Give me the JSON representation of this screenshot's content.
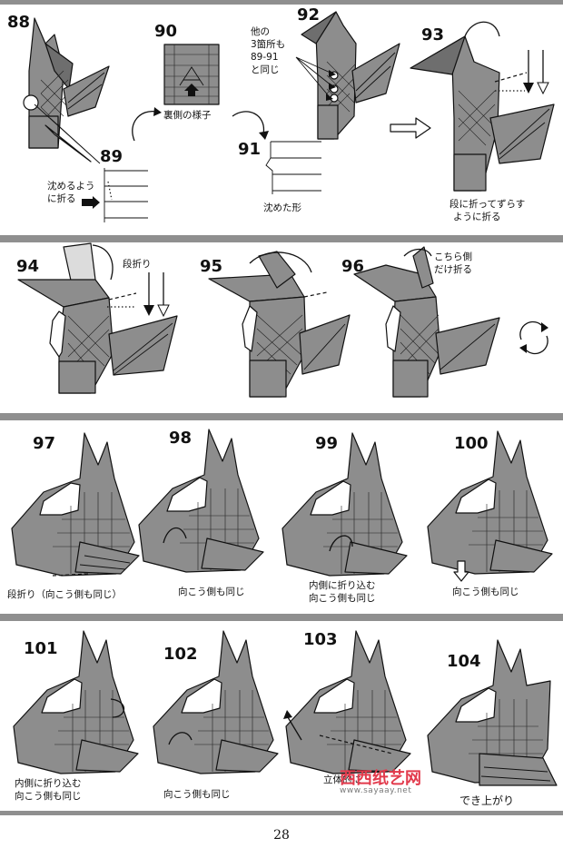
{
  "steps": {
    "s88": "88",
    "s89": "89",
    "s90": "90",
    "s91": "91",
    "s92": "92",
    "s93": "93",
    "s94": "94",
    "s95": "95",
    "s96": "96",
    "s97": "97",
    "s98": "98",
    "s99": "99",
    "s100": "100",
    "s101": "101",
    "s102": "102",
    "s103": "103",
    "s104": "104"
  },
  "captions": {
    "c89_line1": "沈めるよう",
    "c89_line2": "に折る",
    "c90": "裏側の様子",
    "c91": "沈めた形",
    "c92_line1": "他の",
    "c92_line2": "3箇所も",
    "c92_line3": "89-91",
    "c92_line4": "と同じ",
    "c93_line1": "段に折ってずらす",
    "c93_line2": "ように折る",
    "c94": "段折り",
    "c96_line1": "こちら側",
    "c96_line2": "だけ折る",
    "c97": "段折り（向こう側も同じ）",
    "c98": "向こう側も同じ",
    "c99_line1": "内側に折り込む",
    "c99_line2": "向こう側も同じ",
    "c100": "向こう側も同じ",
    "c101_line1": "内側に折り込む",
    "c101_line2": "向こう側も同じ",
    "c102": "向こう側も同じ",
    "c103": "立体的に",
    "c104": "でき上がり"
  },
  "watermark": {
    "logo": "西西纸艺网",
    "url": "www.sayaay.net"
  },
  "page_number": "28",
  "colors": {
    "paper_gray": "#8d8d8d",
    "band_gray": "#8f8f8f",
    "watermark_red": "#e23a4c"
  }
}
